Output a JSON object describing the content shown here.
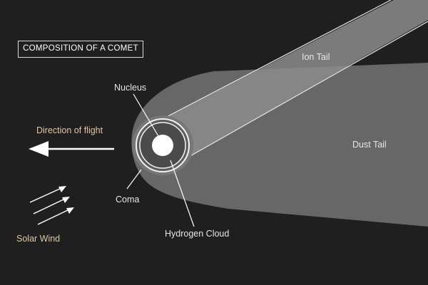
{
  "title": "COMPOSITION OF A COMET",
  "labels": {
    "ion_tail": "Ion Tail",
    "dust_tail": "Dust Tail",
    "nucleus": "Nucleus",
    "direction": "Direction of flight",
    "coma": "Coma",
    "hydrogen_cloud": "Hydrogen Cloud",
    "solar_wind": "Solar Wind"
  },
  "colors": {
    "background": "#1f1f1f",
    "dust_tail": "#6b6b6b",
    "ion_tail": "#8c8c8c",
    "outline": "#ffffff",
    "warm_label": "#dcc8a8",
    "light_label": "#e2e6ea"
  }
}
